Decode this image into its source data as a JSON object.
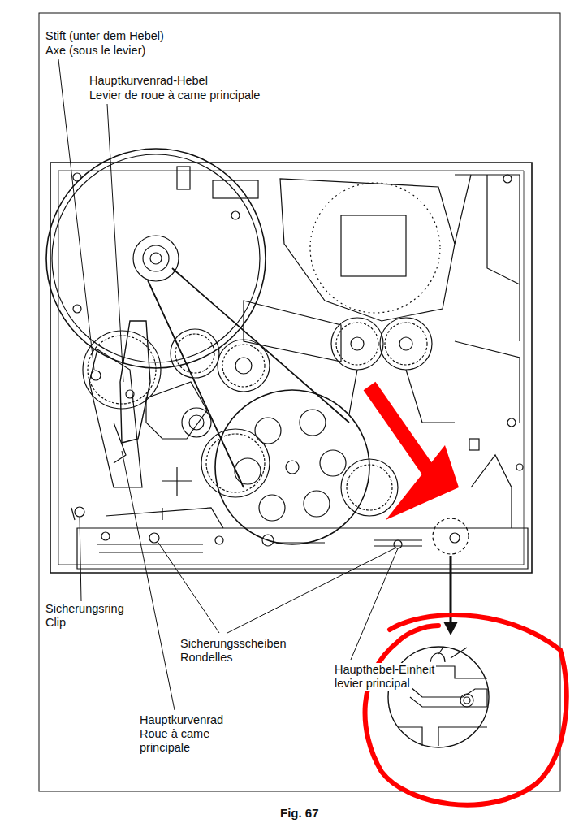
{
  "diagram": {
    "caption": "Fig. 67",
    "labels": [
      "Stift (unter dem Hebel)",
      "Axe (sous le levier)",
      "Hauptkurvenrad-Hebel",
      "Levier de roue à came principale",
      "Sicherungsring",
      "Clip",
      "Sicherungsscheiben",
      "Rondelles",
      "Haupthebel-Einheit",
      "levier principal",
      "Hauptkurvenrad",
      "Roue à came principale"
    ]
  }
}
